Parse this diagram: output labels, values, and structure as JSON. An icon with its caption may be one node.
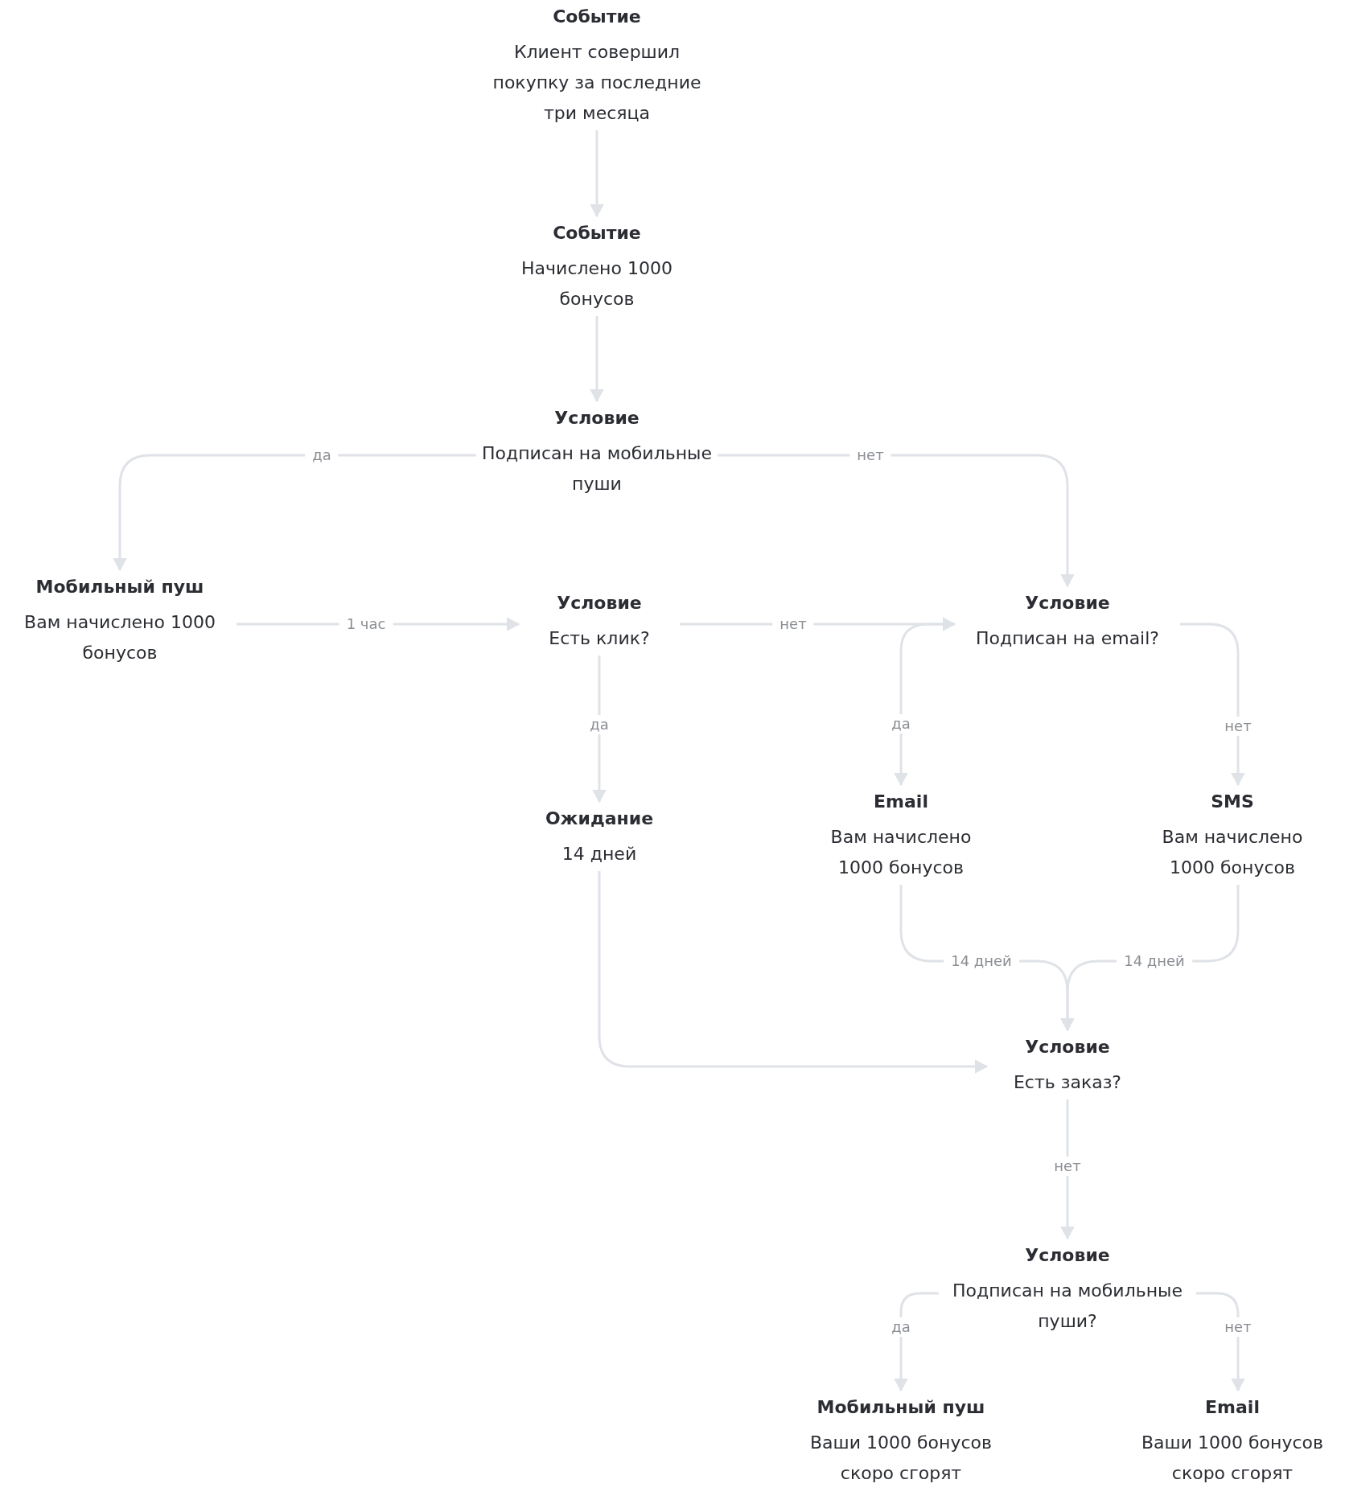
{
  "diagram": {
    "nodes": [
      {
        "text": [
          "Событие",
          "Клиент совершил покупку за последние три месяца"
        ]
      },
      {
        "text": [
          "Событие",
          "Начислено 1000 бонусов"
        ]
      },
      {
        "text": [
          "Условие",
          "Подписан на мобильные пуши"
        ]
      },
      {
        "text": [
          "Мобильный пуш",
          "Вам начислено 1000 бонусов"
        ]
      },
      {
        "text": [
          "Условие",
          "Есть клик?"
        ]
      },
      {
        "text": [
          "Условие",
          "Подписан на email?"
        ]
      },
      {
        "text": [
          "Ожидание",
          "14 дней"
        ]
      },
      {
        "text": [
          "Email",
          "Вам начислено 1000 бонусов"
        ]
      },
      {
        "text": [
          "SMS",
          "Вам начислено 1000 бонусов"
        ]
      },
      {
        "text": [
          "Условие",
          "Есть заказ?"
        ]
      },
      {
        "text": [
          "Условие",
          "Подписан на мобильные пуши?"
        ]
      },
      {
        "text": [
          "Мобильный пуш",
          "Ваши 1000 бонусов скоро сгорят"
        ]
      },
      {
        "text": [
          "Email",
          "Ваши 1000 бонусов скоро сгорят"
        ]
      }
    ],
    "edges": [
      {
        "from": 0,
        "to": 1,
        "arrow": "to"
      },
      {
        "from": 1,
        "to": 2,
        "arrow": "to"
      },
      {
        "from": 2,
        "to": 3,
        "arrow": "to",
        "label": "да"
      },
      {
        "from": 2,
        "to": 5,
        "arrow": "to",
        "label": "нет"
      },
      {
        "from": 3,
        "to": 4,
        "arrow": "to",
        "label": "1 час"
      },
      {
        "from": 4,
        "to": 5,
        "arrow": "to",
        "label": "нет"
      },
      {
        "from": 4,
        "to": 6,
        "arrow": "to",
        "label": "да"
      },
      {
        "from": 5,
        "to": 7,
        "arrow": "to",
        "label": "да"
      },
      {
        "from": 5,
        "to": 8,
        "arrow": "to",
        "label": "нет"
      },
      {
        "from": 7,
        "to": 9,
        "arrow": "to",
        "label": "14 дней"
      },
      {
        "from": 8,
        "to": 9,
        "arrow": "to",
        "label": "14 дней"
      },
      {
        "from": 6,
        "to": 9,
        "arrow": "to"
      },
      {
        "from": 9,
        "to": 10,
        "arrow": "to",
        "label": "нет"
      },
      {
        "from": 10,
        "to": 11,
        "arrow": "to",
        "label": "да"
      },
      {
        "from": 10,
        "to": 12,
        "arrow": "to",
        "label": "нет"
      }
    ]
  }
}
